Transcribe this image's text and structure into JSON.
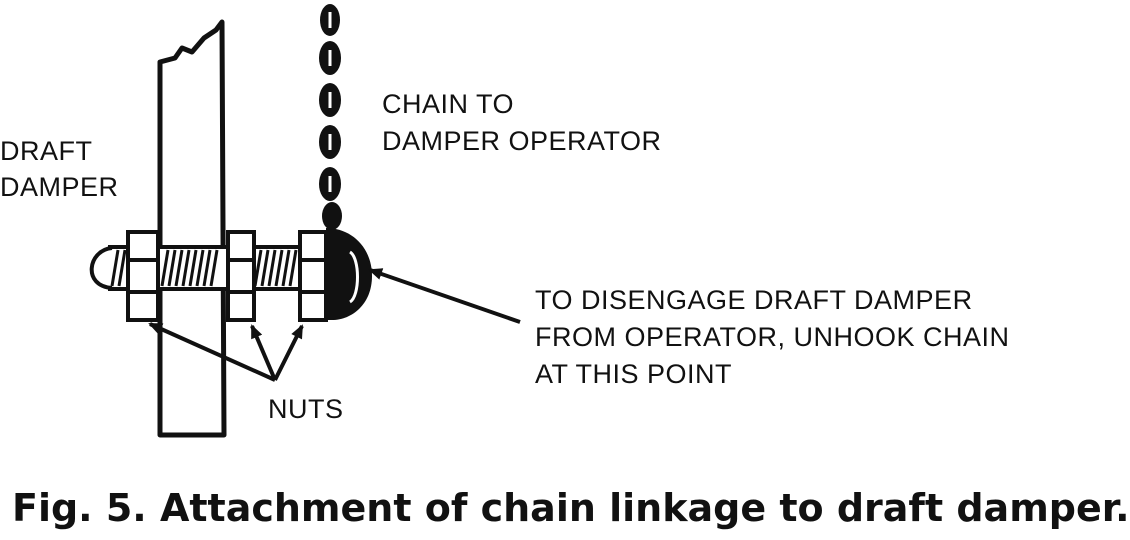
{
  "labels": {
    "draft_damper": [
      "DRAFT",
      "DAMPER"
    ],
    "chain": [
      "CHAIN TO",
      "DAMPER OPERATOR"
    ],
    "disengage": [
      "TO DISENGAGE DRAFT DAMPER",
      "FROM OPERATOR, UNHOOK CHAIN",
      "AT THIS POINT"
    ],
    "nuts": "NUTS"
  },
  "caption": "Fig. 5. Attachment of chain linkage to draft damper.",
  "colors": {
    "ink": "#111111",
    "background": "#ffffff"
  }
}
